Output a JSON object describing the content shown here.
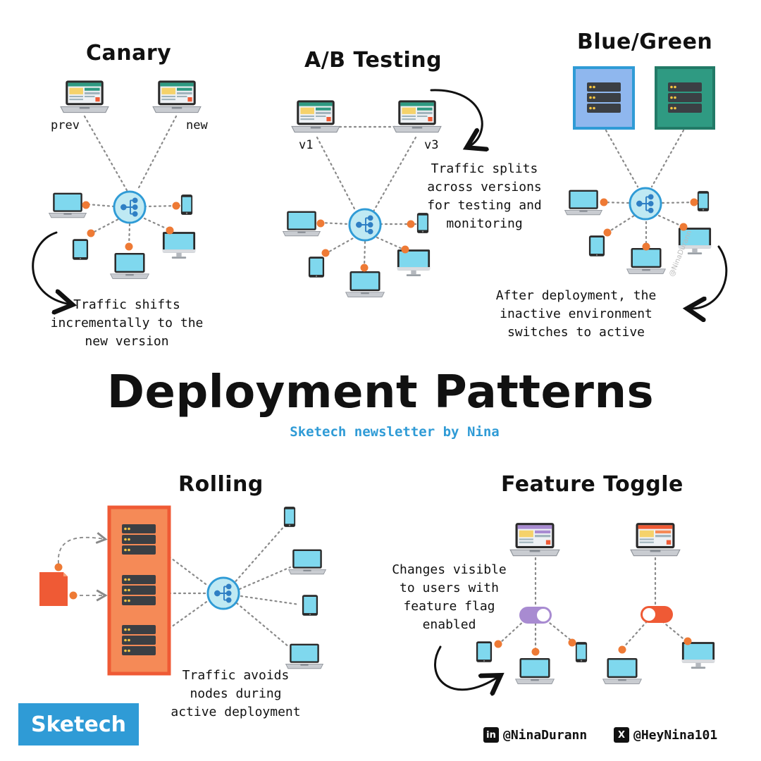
{
  "title": "Deployment Patterns",
  "subtitle": "Sketech newsletter by Nina",
  "canary": {
    "title": "Canary",
    "label_prev": "prev",
    "label_new": "new",
    "note": "Traffic shifts incrementally to the new version"
  },
  "ab_testing": {
    "title": "A/B Testing",
    "label_v1": "v1",
    "label_v3": "v3",
    "note": "Traffic splits across versions for testing and monitoring"
  },
  "blue_green": {
    "title": "Blue/Green",
    "note": "After deployment, the inactive environment switches to active",
    "watermark": "@NinaDurann"
  },
  "rolling": {
    "title": "Rolling",
    "note": "Traffic avoids nodes during active deployment"
  },
  "feature_toggle": {
    "title": "Feature Toggle",
    "note": "Changes visible to users with feature flag enabled",
    "toggle_on_state": "enabled",
    "toggle_off_state": "disabled"
  },
  "logo": "Sketech",
  "social": {
    "linkedin_icon": "in",
    "linkedin": "@NinaDurann",
    "x_icon": "X",
    "x": "@HeyNina101"
  },
  "colors": {
    "accent_blue": "#2f9bd6",
    "dot_orange": "#ee7a35",
    "blue_env": "#8fb7ee",
    "green_env": "#2f9a82",
    "rolling_box": "#f58a57",
    "toggle_on": "#a88bd1",
    "toggle_off": "#ef5a35"
  }
}
